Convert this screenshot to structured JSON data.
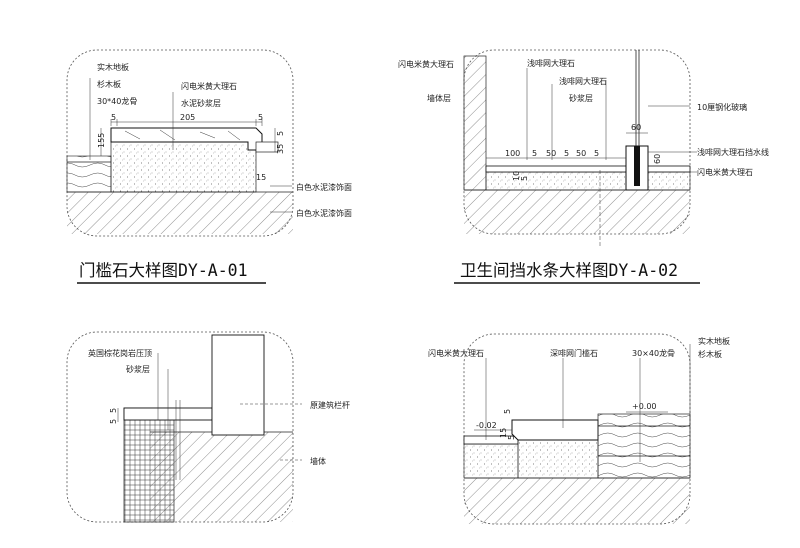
{
  "details": {
    "d1": {
      "title": "门槛石大样图DY-A-01",
      "labels": [
        "实木地板",
        "杉木板",
        "30*40龙骨",
        "闪电米黄大理石",
        "水泥砂浆层",
        "白色水泥漆饰面",
        "白色水泥漆饰面"
      ],
      "dims": [
        "5",
        "205",
        "5",
        "155",
        "35",
        "5",
        "15"
      ]
    },
    "d2": {
      "title": "卫生间挡水条大样图DY-A-02",
      "labels": [
        "闪电米黄大理石",
        "浅啡网大理石",
        "浅啡网大理石",
        "砂浆层",
        "墙体层",
        "10厘钢化玻璃",
        "浅啡网大理石挡水线",
        "闪电米黄大理石"
      ],
      "dims": [
        "100",
        "5",
        "50",
        "5",
        "50",
        "5",
        "60",
        "60",
        "10",
        "5"
      ]
    },
    "d3": {
      "labels": [
        "英国棕花岗岩压顶",
        "砂浆层",
        "原建筑栏杆",
        "墙体"
      ],
      "dims": [
        "5",
        "5"
      ]
    },
    "d4": {
      "labels": [
        "闪电米黄大理石",
        "深啡网门槛石",
        "30×40龙骨",
        "实木地板",
        "杉木板"
      ],
      "dims": [
        "-0.02",
        "+0.00",
        "5",
        "15",
        "5"
      ]
    }
  }
}
